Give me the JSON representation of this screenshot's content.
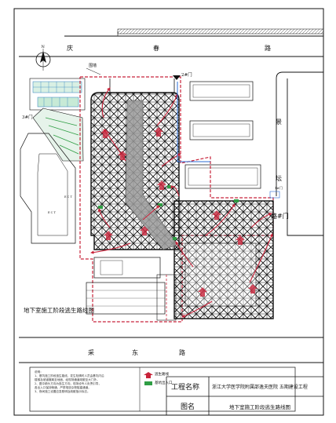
{
  "roads": {
    "north_chars": [
      "庆",
      "春",
      "路"
    ],
    "east_chars": [
      "景",
      "坛"
    ],
    "east_gate": "路#门",
    "south_chars": [
      "采",
      "东",
      "路"
    ]
  },
  "compass": {
    "label": "N"
  },
  "gates": {
    "north_gate": "2#门",
    "west_gate": "3#门",
    "east_gate_short": "1#门"
  },
  "labels": {
    "fence": "围墙",
    "section_title": "地下室施工阶段逃生路线图",
    "small_a": "E C T",
    "small_b": "E C T"
  },
  "notes": {
    "lines": [
      "说明：",
      "1、基坑施工阶段逃生路线，发生险情时人员由基坑内沿",
      "楼梯及坡道撤离至地面，经现场通道疏散至大门外。",
      "2、图中箭头方向为逃生方向，现场设专人负责引导，",
      "各出入口保持畅通，严禁堆放杂物阻塞通道。",
      "3、夜间施工设置应急照明及疏散指示标志。"
    ]
  },
  "legend": {
    "items": [
      {
        "label": "逃生路线",
        "color": "#c8233a"
      },
      {
        "label": "基坑出入口",
        "color": "#2f9e44"
      }
    ]
  },
  "title_block": {
    "project_label": "工程名称",
    "project_value": "浙江大学医学院附属邵逸夫医院 五期建设工程",
    "drawing_label": "图名",
    "drawing_value": "地下室施工阶段逃生路线图"
  },
  "colors": {
    "escape": "#c8233a",
    "entrance": "#2f9e44",
    "ramp": "#9a9a9a",
    "line": "#111111",
    "water": "#2b6cd4",
    "facility": "#2a7fbf"
  }
}
